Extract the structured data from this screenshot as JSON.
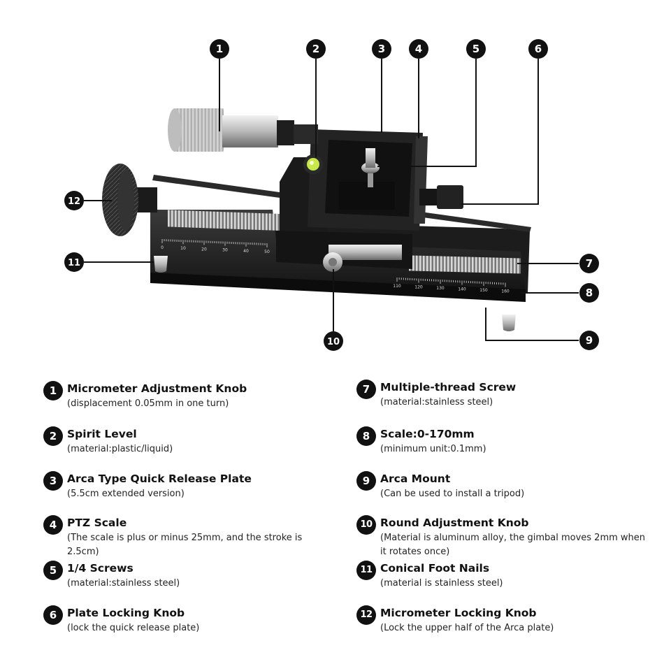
{
  "callout_numbers": [
    "1",
    "2",
    "3",
    "4",
    "5",
    "6",
    "7",
    "8",
    "9",
    "10",
    "11",
    "12"
  ],
  "scale_ticks_left": [
    "0",
    "10",
    "20",
    "30",
    "40",
    "50"
  ],
  "scale_ticks_right": [
    "110",
    "120",
    "130",
    "140",
    "150",
    "160"
  ],
  "legend": [
    {
      "num": "1",
      "title": "Micrometer Adjustment Knob",
      "desc": "(displacement 0.05mm in one turn)"
    },
    {
      "num": "2",
      "title": "Spirit Level",
      "desc": "(material:plastic/liquid)"
    },
    {
      "num": "3",
      "title": "Arca Type Quick Release Plate",
      "desc": "(5.5cm extended version)"
    },
    {
      "num": "4",
      "title": "PTZ Scale",
      "desc": "(The scale is plus or minus 25mm, and the stroke is 2.5cm)"
    },
    {
      "num": "5",
      "title": "1/4 Screws",
      "desc": "(material:stainless steel)"
    },
    {
      "num": "6",
      "title": "Plate Locking Knob",
      "desc": "(lock the quick release plate)"
    },
    {
      "num": "7",
      "title": "Multiple-thread Screw",
      "desc": "(material:stainless steel)"
    },
    {
      "num": "8",
      "title": "Scale:0-170mm",
      "desc": "(minimum unit:0.1mm)"
    },
    {
      "num": "9",
      "title": "Arca Mount",
      "desc": "(Can be used to install a tripod)"
    },
    {
      "num": "10",
      "title": "Round Adjustment Knob",
      "desc": "(Material is aluminum alloy, the gimbal moves 2mm when it rotates once)"
    },
    {
      "num": "11",
      "title": "Conical Foot Nails",
      "desc": "(material is stainless steel)"
    },
    {
      "num": "12",
      "title": "Micrometer Locking Knob",
      "desc": "(Lock the upper half of the Arca plate)"
    }
  ]
}
